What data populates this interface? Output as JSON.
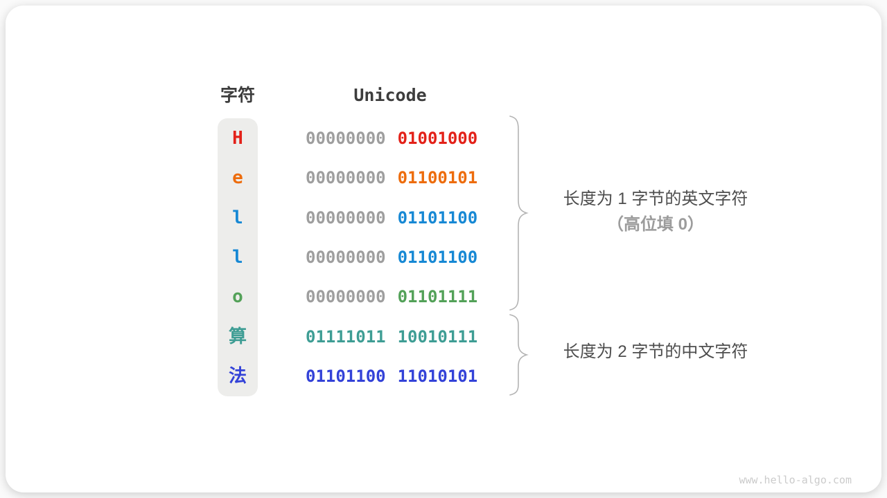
{
  "headers": {
    "character": "字符",
    "unicode": "Unicode"
  },
  "rows": [
    {
      "char": "H",
      "byte1": "00000000",
      "byte2": "01001000",
      "char_color": "#E32119",
      "byte1_color": "#9E9E9E",
      "byte2_color": "#E32119"
    },
    {
      "char": "e",
      "byte1": "00000000",
      "byte2": "01100101",
      "char_color": "#ED6C0C",
      "byte1_color": "#9E9E9E",
      "byte2_color": "#ED6C0C"
    },
    {
      "char": "l",
      "byte1": "00000000",
      "byte2": "01101100",
      "char_color": "#1688D4",
      "byte1_color": "#9E9E9E",
      "byte2_color": "#1688D4"
    },
    {
      "char": "l",
      "byte1": "00000000",
      "byte2": "01101100",
      "char_color": "#1688D4",
      "byte1_color": "#9E9E9E",
      "byte2_color": "#1688D4"
    },
    {
      "char": "o",
      "byte1": "00000000",
      "byte2": "01101111",
      "char_color": "#53A158",
      "byte1_color": "#9E9E9E",
      "byte2_color": "#53A158"
    },
    {
      "char": "算",
      "byte1": "01111011",
      "byte2": "10010111",
      "char_color": "#3E9D94",
      "byte1_color": "#3E9D94",
      "byte2_color": "#3E9D94"
    },
    {
      "char": "法",
      "byte1": "01101100",
      "byte2": "11010101",
      "char_color": "#3342D8",
      "byte1_color": "#3342D8",
      "byte2_color": "#3342D8"
    }
  ],
  "annotations": {
    "group1": {
      "line1": "长度为 1 字节的英文字符",
      "line2": "（高位填 0）"
    },
    "group2": {
      "line1": "长度为 2 字节的中文字符"
    }
  },
  "footer": {
    "site": "www.hello-algo.com"
  },
  "colors": {
    "card_background": "#FFFFFF",
    "char_column_background": "#EDEDEB",
    "header_text": "#3D3D3D",
    "padding_zero_gray": "#9E9E9E",
    "brace_stroke": "#B3B3B3",
    "annotation_primary": "#4D4D4D",
    "annotation_secondary": "#9C9C9C",
    "footer_text": "#CBCBCB"
  }
}
